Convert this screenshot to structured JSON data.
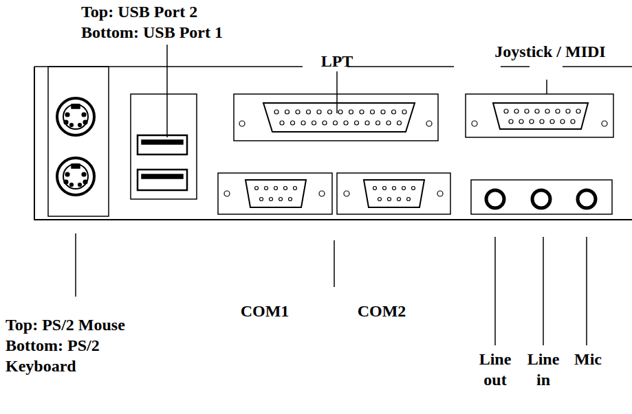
{
  "diagram": {
    "labels": [
      "Top: USB Port 2",
      "Bottom: USB Port 1",
      "LPT",
      "Joystick / MIDI",
      "Top: PS/2 Mouse",
      "Bottom: PS/2 Keyboard",
      "COM1",
      "COM2",
      "Line out",
      "Line in",
      "Mic"
    ]
  }
}
